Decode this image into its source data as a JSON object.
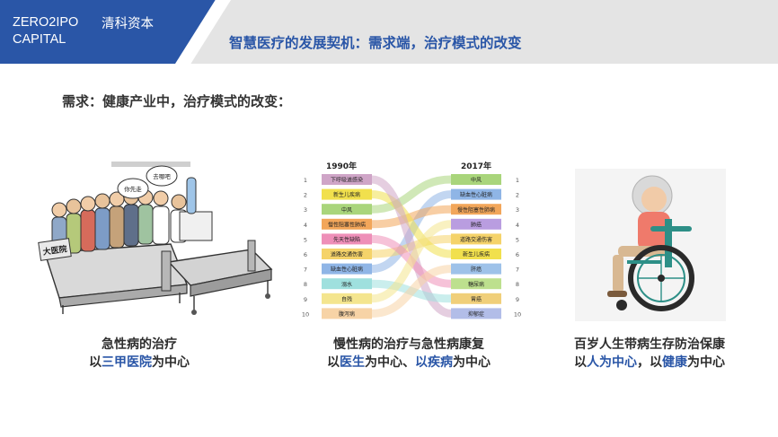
{
  "header": {
    "logo_line1": "ZERO2IPO",
    "logo_line2": "CAPITAL",
    "logo_cn": "清科资本",
    "title": "智慧医疗的发展契机：需求端，治疗模式的改变"
  },
  "subtitle": "需求：健康产业中，治疗模式的改变：",
  "cartoon": {
    "hospital_sign": "大医院",
    "bubble_left": "你先走",
    "bubble_right": "去哪吧"
  },
  "chart": {
    "left_year": "1990年",
    "right_year": "2017年",
    "ranks": [
      "1",
      "2",
      "3",
      "4",
      "5",
      "6",
      "7",
      "8",
      "9",
      "10"
    ],
    "left_items": [
      "下呼吸道感染",
      "新生儿疾病",
      "中风",
      "慢性阻塞性肺病",
      "先天性缺陷",
      "道路交通伤害",
      "缺血性心脏病",
      "溺水",
      "自残",
      "腹泻病"
    ],
    "right_items": [
      "中风",
      "缺血性心脏病",
      "慢性阻塞性肺病",
      "肺癌",
      "道路交通伤害",
      "新生儿疾病",
      "肝癌",
      "糖尿病",
      "胃癌",
      "抑郁症"
    ],
    "left_colors": [
      "#cfa5c7",
      "#f1e04d",
      "#a9d57b",
      "#f2a65a",
      "#ee8fb8",
      "#f5d36a",
      "#8fb5e6",
      "#9fe0de",
      "#f4e58e",
      "#f7d3a6"
    ],
    "right_colors": [
      "#a9d57b",
      "#8fb5e6",
      "#f2a65a",
      "#b99de0",
      "#f5d36a",
      "#f1e04d",
      "#9ec2e9",
      "#bde08e",
      "#f0cf7a",
      "#b2bde8"
    ],
    "links": [
      [
        2,
        0
      ],
      [
        6,
        1
      ],
      [
        3,
        2
      ],
      [
        5,
        4
      ],
      [
        1,
        5
      ],
      [
        0,
        9
      ],
      [
        4,
        7
      ],
      [
        7,
        8
      ],
      [
        8,
        3
      ],
      [
        9,
        6
      ]
    ]
  },
  "captions": {
    "acute_line1": "急性病的治疗",
    "acute_line2_a": "以",
    "acute_line2_b": "三甲医院",
    "acute_line2_c": "为中心",
    "chronic_line1": "慢性病的治疗与急性病康复",
    "chronic_line2_a": "以",
    "chronic_line2_b": "医生",
    "chronic_line2_c": "为中心、",
    "chronic_line2_d": "以疾病",
    "chronic_line2_e": "为中心",
    "elder_line1": "百岁人生带病生存防治保康",
    "elder_line2_a": "以",
    "elder_line2_b": "人为中心",
    "elder_line2_c": "，以",
    "elder_line2_d": "健康",
    "elder_line2_e": "为中心"
  },
  "colors": {
    "brand": "#2a56a7",
    "header_gray": "#e4e4e4",
    "text": "#2d2d2d"
  }
}
